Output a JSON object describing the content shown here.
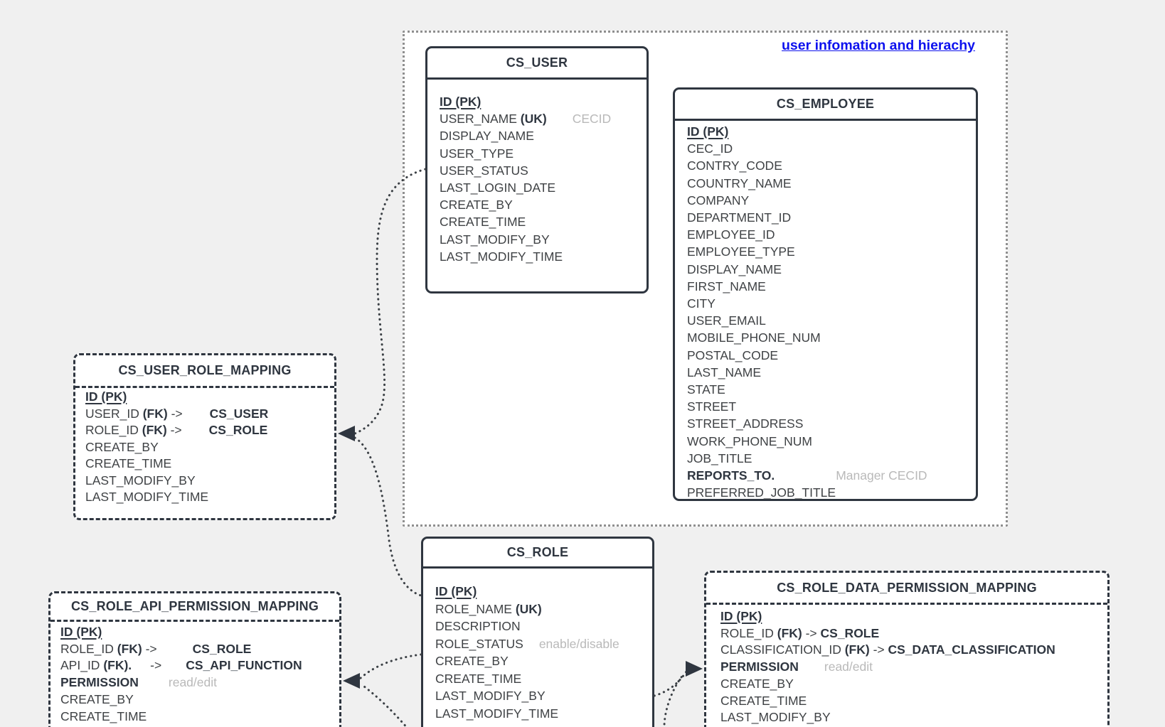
{
  "diagram": {
    "background": "#f0f0f0",
    "ink": "#2f3640",
    "muted_text": "#b9b9b9",
    "group_label": {
      "label": "user infomation and hierachy",
      "color": "#0d11ee"
    },
    "tables": [
      {
        "id": "cs_user",
        "title": "CS_USER",
        "style": "solid",
        "rows": [
          [
            {
              "t": "ID (PK)",
              "b": true,
              "u": true
            }
          ],
          [
            {
              "t": "USER_NAME "
            },
            {
              "t": "(UK)",
              "b": true
            },
            {
              "t": "CECID",
              "g": true,
              "ml": 36
            }
          ],
          [
            {
              "t": "DISPLAY_NAME"
            }
          ],
          [
            {
              "t": "USER_TYPE"
            }
          ],
          [
            {
              "t": "USER_STATUS"
            }
          ],
          [
            {
              "t": "LAST_LOGIN_DATE"
            }
          ],
          [
            {
              "t": "CREATE_BY"
            }
          ],
          [
            {
              "t": "CREATE_TIME"
            }
          ],
          [
            {
              "t": "LAST_MODIFY_BY"
            }
          ],
          [
            {
              "t": "LAST_MODIFY_TIME"
            }
          ]
        ]
      },
      {
        "id": "cs_employee",
        "title": "CS_EMPLOYEE",
        "style": "solid",
        "rows": [
          [
            {
              "t": "ID (PK)",
              "b": true,
              "u": true
            }
          ],
          [
            {
              "t": "CEC_ID"
            }
          ],
          [
            {
              "t": "CONTRY_CODE"
            }
          ],
          [
            {
              "t": "COUNTRY_NAME"
            }
          ],
          [
            {
              "t": "COMPANY"
            }
          ],
          [
            {
              "t": "DEPARTMENT_ID"
            }
          ],
          [
            {
              "t": "EMPLOYEE_ID"
            }
          ],
          [
            {
              "t": "EMPLOYEE_TYPE"
            }
          ],
          [
            {
              "t": "DISPLAY_NAME"
            }
          ],
          [
            {
              "t": "FIRST_NAME"
            }
          ],
          [
            {
              "t": "CITY"
            }
          ],
          [
            {
              "t": "USER_EMAIL"
            }
          ],
          [
            {
              "t": "MOBILE_PHONE_NUM"
            }
          ],
          [
            {
              "t": "POSTAL_CODE"
            }
          ],
          [
            {
              "t": "LAST_NAME"
            }
          ],
          [
            {
              "t": "STATE"
            }
          ],
          [
            {
              "t": "STREET"
            }
          ],
          [
            {
              "t": "STREET_ADDRESS"
            }
          ],
          [
            {
              "t": "WORK_PHONE_NUM"
            }
          ],
          [
            {
              "t": "JOB_TITLE"
            }
          ],
          [
            {
              "t": "REPORTS_TO.",
              "b": true
            },
            {
              "t": "Manager CECID",
              "g": true,
              "ml": 86
            }
          ],
          [
            {
              "t": "PREFERRED_JOB_TITLE"
            }
          ]
        ]
      },
      {
        "id": "cs_user_role_mapping",
        "title": "CS_USER_ROLE_MAPPING",
        "style": "dashed",
        "rows": [
          [
            {
              "t": "ID (PK)",
              "b": true,
              "u": true
            }
          ],
          [
            {
              "t": "USER_ID "
            },
            {
              "t": "(FK)",
              "b": true
            },
            {
              "t": " ->"
            },
            {
              "t": "CS_USER",
              "b": true,
              "ml": 38
            }
          ],
          [
            {
              "t": "ROLE_ID "
            },
            {
              "t": "(FK)",
              "b": true
            },
            {
              "t": " ->"
            },
            {
              "t": "CS_ROLE",
              "b": true,
              "ml": 38
            }
          ],
          [
            {
              "t": "CREATE_BY"
            }
          ],
          [
            {
              "t": "CREATE_TIME"
            }
          ],
          [
            {
              "t": "LAST_MODIFY_BY"
            }
          ],
          [
            {
              "t": "LAST_MODIFY_TIME"
            }
          ]
        ]
      },
      {
        "id": "cs_role",
        "title": "CS_ROLE",
        "style": "solid",
        "rows": [
          [
            {
              "t": "ID (PK)",
              "b": true,
              "u": true
            }
          ],
          [
            {
              "t": "ROLE_NAME "
            },
            {
              "t": "(UK)",
              "b": true
            }
          ],
          [
            {
              "t": "DESCRIPTION"
            }
          ],
          [
            {
              "t": "ROLE_STATUS"
            },
            {
              "t": "enable/disable",
              "g": true,
              "ml": 22
            }
          ],
          [
            {
              "t": "CREATE_BY"
            }
          ],
          [
            {
              "t": "CREATE_TIME"
            }
          ],
          [
            {
              "t": "LAST_MODIFY_BY"
            }
          ],
          [
            {
              "t": "LAST_MODIFY_TIME"
            }
          ]
        ]
      },
      {
        "id": "cs_role_api_permission_mapping",
        "title": "CS_ROLE_API_PERMISSION_MAPPING",
        "style": "dashed",
        "rows": [
          [
            {
              "t": "ID (PK)",
              "b": true,
              "u": true
            }
          ],
          [
            {
              "t": "ROLE_ID "
            },
            {
              "t": "(FK)",
              "b": true
            },
            {
              "t": " ->"
            },
            {
              "t": "CS_ROLE",
              "b": true,
              "ml": 50
            }
          ],
          [
            {
              "t": "API_ID "
            },
            {
              "t": "(FK).",
              "b": true
            },
            {
              "t": "->",
              "ml": 26
            },
            {
              "t": "CS_API_FUNCTION",
              "b": true,
              "ml": 34
            }
          ],
          [
            {
              "t": "PERMISSION",
              "b": true
            },
            {
              "t": "read/edit",
              "g": true,
              "ml": 42
            }
          ],
          [
            {
              "t": "CREATE_BY"
            }
          ],
          [
            {
              "t": "CREATE_TIME"
            }
          ]
        ]
      },
      {
        "id": "cs_role_data_permission_mapping",
        "title": "CS_ROLE_DATA_PERMISSION_MAPPING",
        "style": "dashed",
        "rows": [
          [
            {
              "t": "ID (PK)",
              "b": true,
              "u": true
            }
          ],
          [
            {
              "t": "ROLE_ID "
            },
            {
              "t": "(FK)",
              "b": true
            },
            {
              "t": " -> "
            },
            {
              "t": "CS_ROLE",
              "b": true
            }
          ],
          [
            {
              "t": "CLASSIFICATION_ID "
            },
            {
              "t": "(FK)",
              "b": true
            },
            {
              "t": " -> "
            },
            {
              "t": "CS_DATA_CLASSIFICATION",
              "b": true
            }
          ],
          [
            {
              "t": "PERMISSION",
              "b": true
            },
            {
              "t": "read/edit",
              "g": true,
              "ml": 36
            }
          ],
          [
            {
              "t": "CREATE_BY"
            }
          ],
          [
            {
              "t": "CREATE_TIME"
            }
          ],
          [
            {
              "t": "LAST_MODIFY_BY"
            }
          ]
        ]
      }
    ],
    "relations": [
      {
        "from": "CS_USER",
        "to": "CS_USER_ROLE_MAPPING"
      },
      {
        "from": "CS_ROLE",
        "to": "CS_USER_ROLE_MAPPING"
      },
      {
        "from": "CS_ROLE",
        "to": "CS_ROLE_API_PERMISSION_MAPPING"
      },
      {
        "from": "CS_ROLE",
        "to": "CS_ROLE_DATA_PERMISSION_MAPPING"
      }
    ]
  }
}
